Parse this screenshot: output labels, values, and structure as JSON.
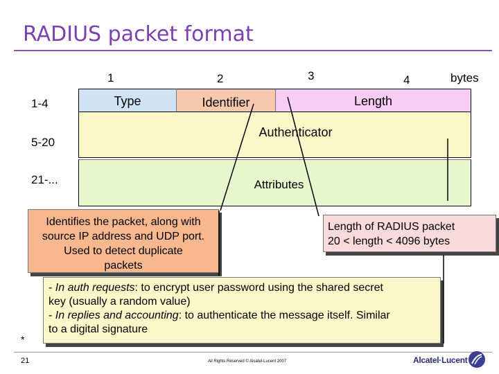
{
  "title": "RADIUS packet format",
  "byte_headers": {
    "b1": "1",
    "b2": "2",
    "b3": "3",
    "b4": "4",
    "unit": "bytes"
  },
  "rows": {
    "r1": "1-4",
    "r2": "5-20",
    "r3": "21-..."
  },
  "fields": {
    "type": "Type",
    "identifier": "Identifier",
    "length": "Length",
    "authenticator": "Authenticator",
    "attributes": "Attributes"
  },
  "callouts": {
    "identifier_lines": [
      "Identifies the packet, along with",
      "source IP address and UDP port.",
      "Used to detect duplicate",
      "packets"
    ],
    "length_lines": [
      "Length of RADIUS packet",
      "20 < length < 4096 bytes"
    ],
    "authenticator": {
      "l1_em": "In auth requests",
      "l1_rest": ": to encrypt user password using the shared secret",
      "l2": "key (usually a random value)",
      "l3_em": "In replies and accounting",
      "l3_rest": ": to authenticate the message itself. Similar",
      "l4": "to a digital signature",
      "dash": "- "
    }
  },
  "footer": {
    "asterisk": "*",
    "page_number": "21",
    "copyright": "All Rights Reserved © Alcatel-Lucent 2007",
    "logo": "Alcatel·Lucent"
  },
  "colors": {
    "title": "#7b3fb3",
    "type": "#cfe3f5",
    "identifier": "#f6c9ae",
    "length": "#f7cdf5",
    "authenticator": "#fbf7c9",
    "attributes": "#e7f6cd",
    "callout_identifier": "#f7b88f",
    "callout_length": "#f8d9dc"
  }
}
